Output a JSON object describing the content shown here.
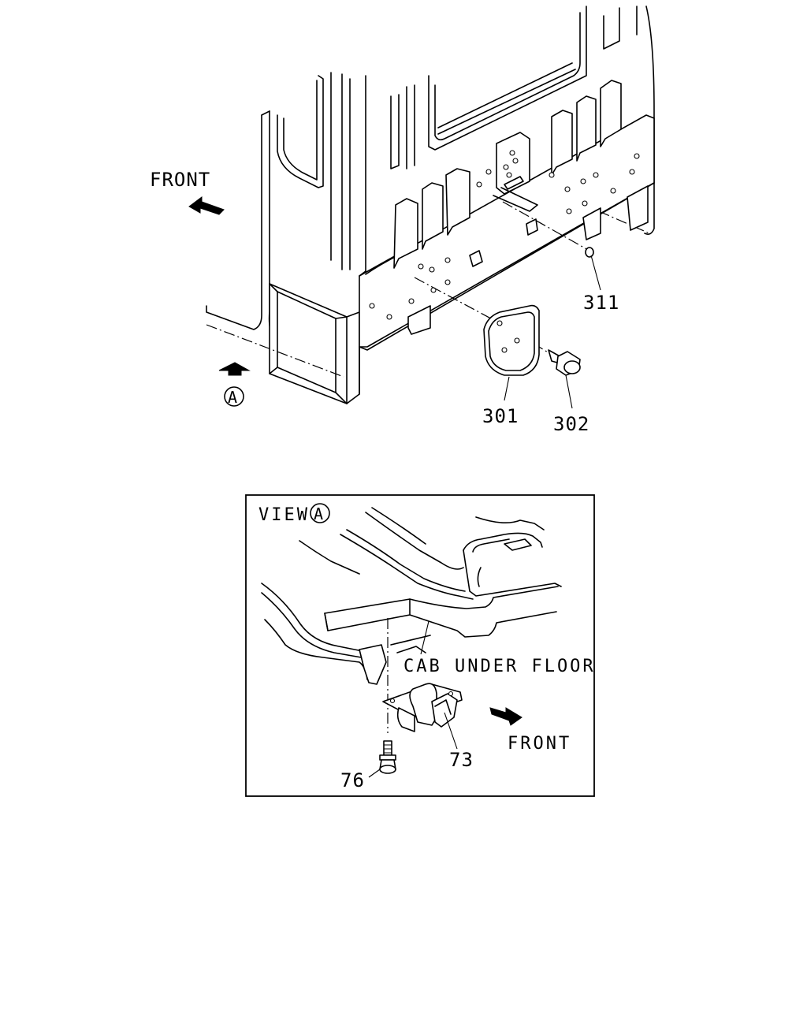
{
  "top_view": {
    "front_label": "FRONT",
    "view_marker": "A",
    "callouts": {
      "p301": "301",
      "p302": "302",
      "p311": "311"
    }
  },
  "inset": {
    "title_prefix": "VIEW",
    "title_marker": "A",
    "floor_label": "CAB UNDER FLOOR",
    "front_label": "FRONT",
    "callouts": {
      "p73": "73",
      "p76": "76"
    }
  }
}
